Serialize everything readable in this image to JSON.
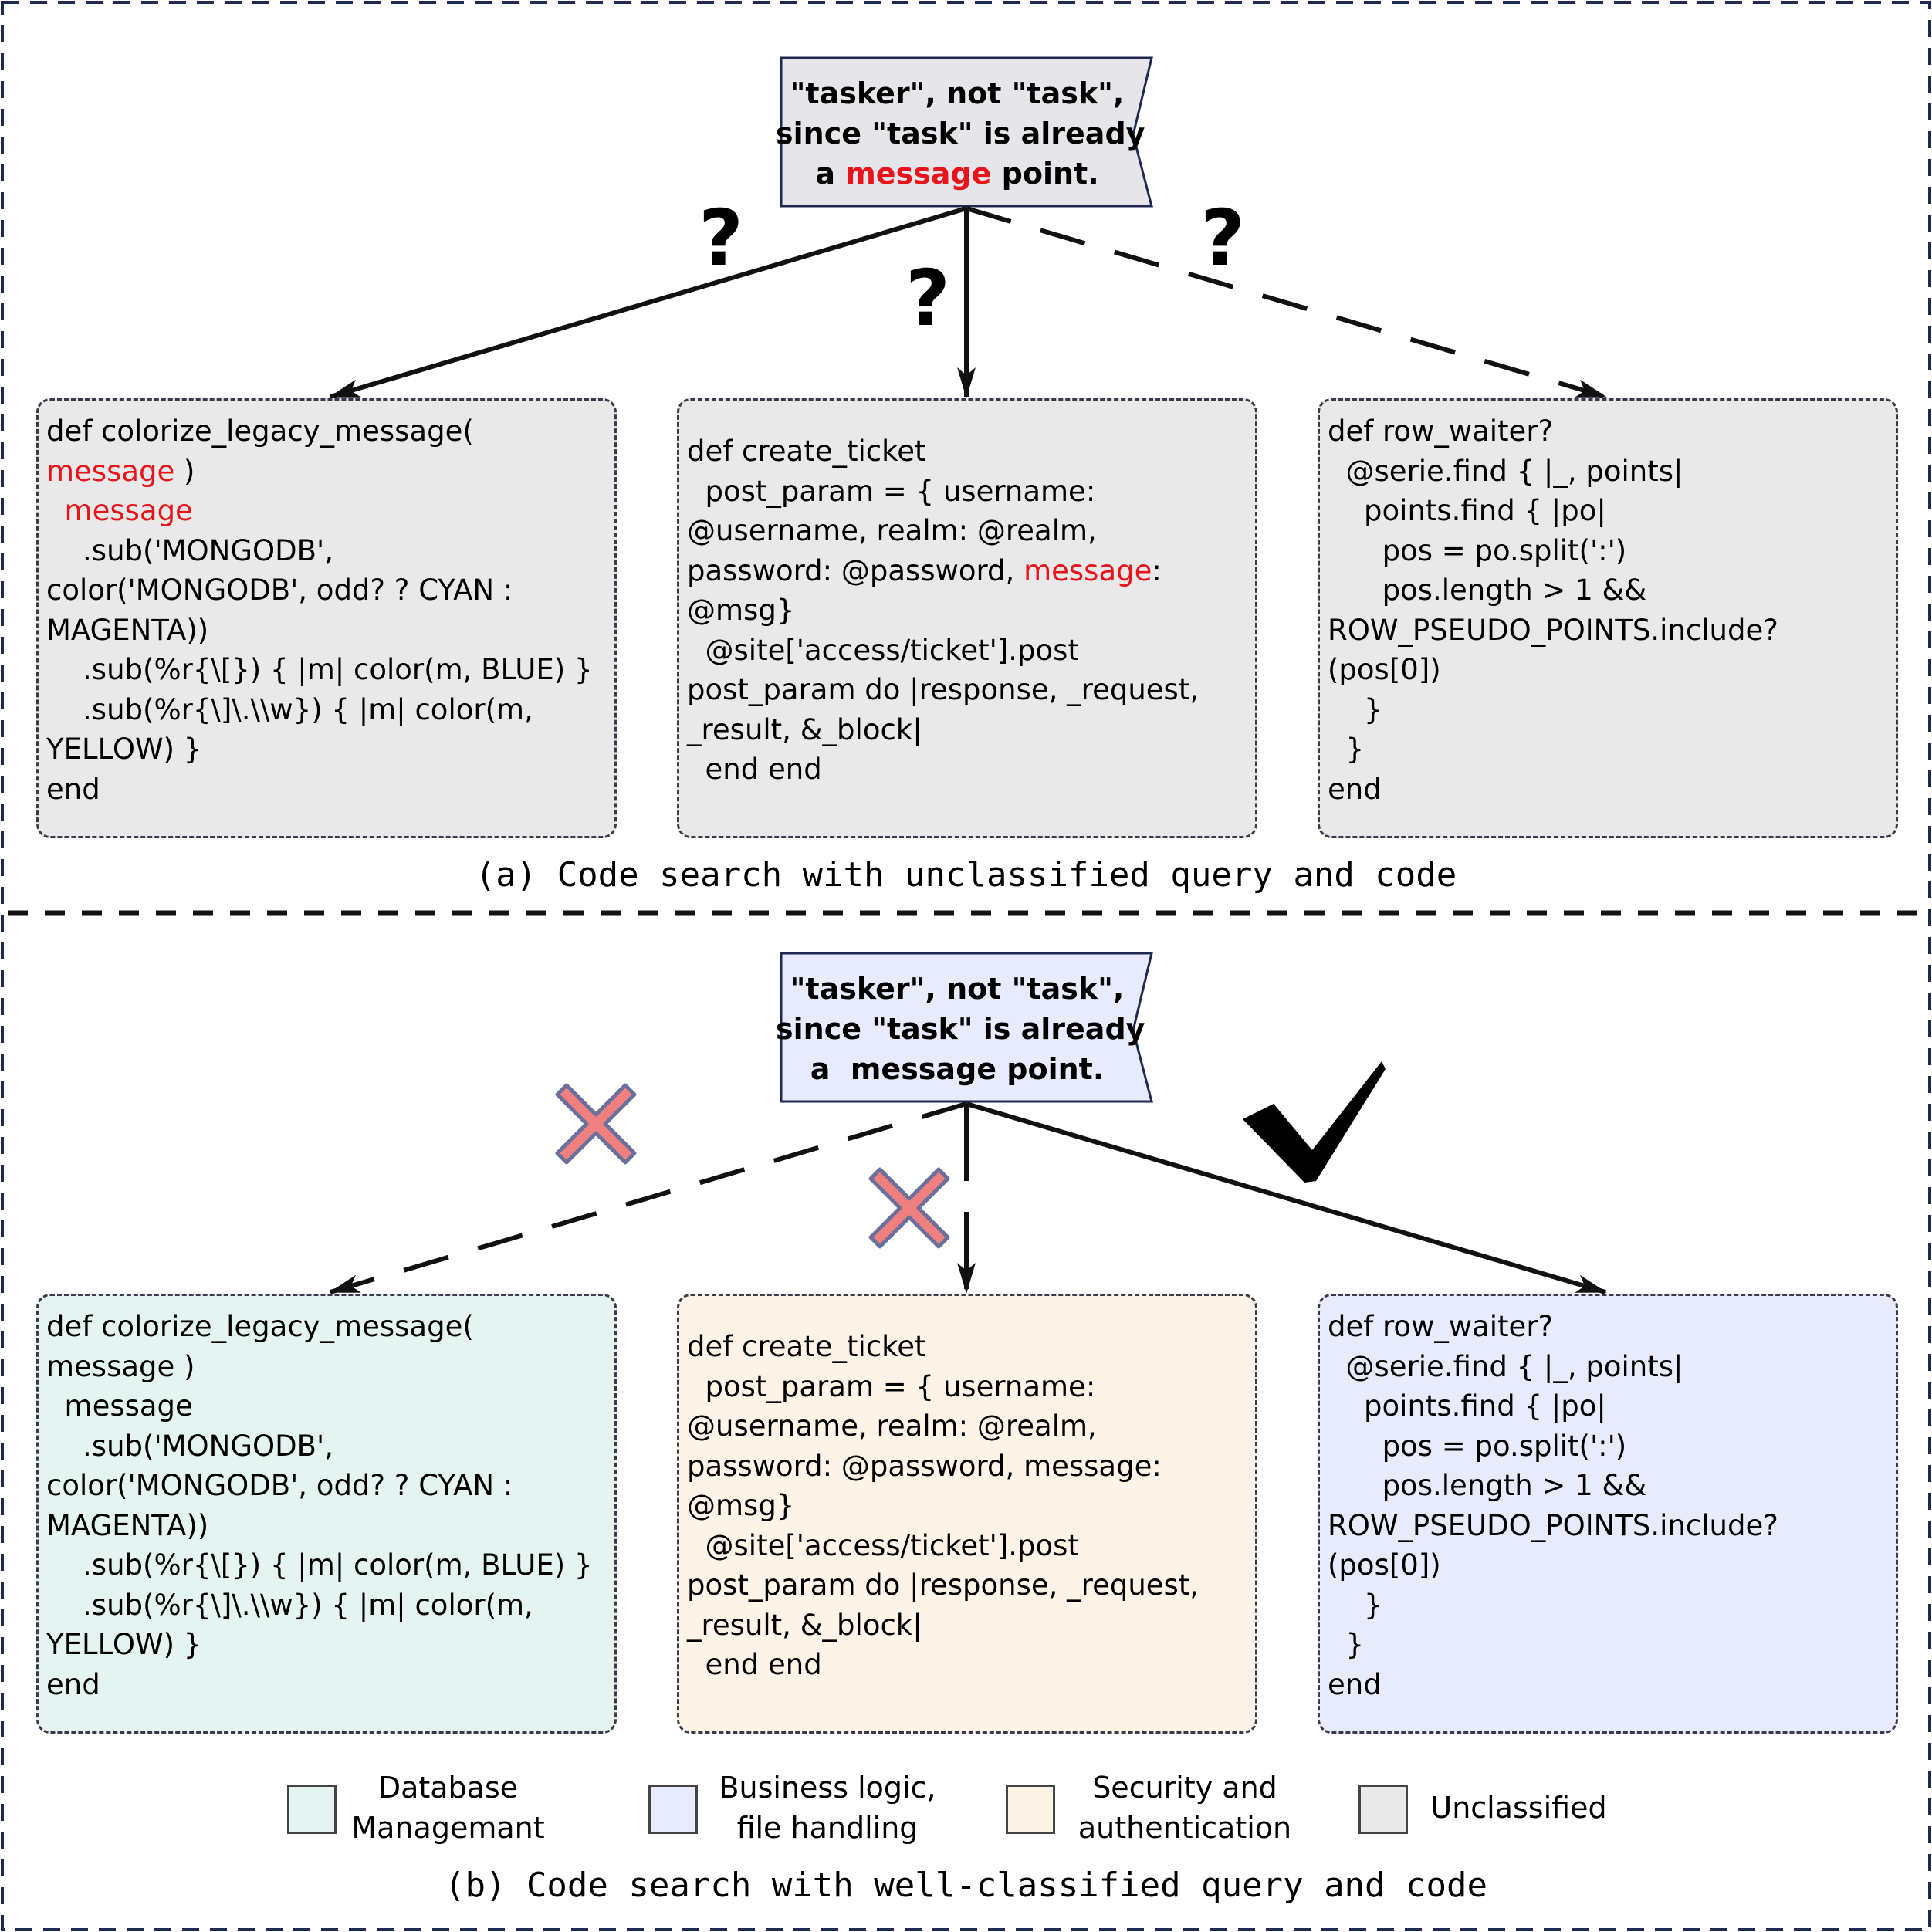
{
  "colors": {
    "unclassified": "#e9e9e9",
    "database": "#e4f5f1",
    "business": "#e8ebfc",
    "security": "#fdf3e7",
    "highlight": "#e8141a",
    "query_unclassified": "#e6e6ea",
    "query_classified": "#e8ebfc",
    "cross": "#f08080",
    "cross_border": "#6b6f9b"
  },
  "icons": {
    "question": "question-mark-icon",
    "cross": "cross-icon",
    "check": "checkmark-icon"
  },
  "panel_a": {
    "query": {
      "line1": "\"tasker\", not \"task\",",
      "line2": "since \"task\" is already",
      "line3_pre": "a ",
      "line3_hl": "message",
      "line3_post": " point."
    },
    "marks": [
      "?",
      "?",
      "?"
    ],
    "code_left": [
      [
        {
          "t": "def colorize_legacy_message("
        }
      ],
      [
        {
          "t": "message",
          "hl": true
        },
        {
          "t": " )"
        }
      ],
      [
        {
          "t": "  "
        },
        {
          "t": "message",
          "hl": true
        }
      ],
      [
        {
          "t": "    .sub('MONGODB',"
        }
      ],
      [
        {
          "t": "color('MONGODB', odd? ? CYAN :"
        }
      ],
      [
        {
          "t": "MAGENTA))"
        }
      ],
      [
        {
          "t": "    .sub(%r{\\[}) { |m| color(m, BLUE) }"
        }
      ],
      [
        {
          "t": "    .sub(%r{\\]\\.\\\\w}) { |m| color(m,"
        }
      ],
      [
        {
          "t": "YELLOW) }"
        }
      ],
      [
        {
          "t": "end"
        }
      ]
    ],
    "code_mid": [
      [
        {
          "t": "def create_ticket"
        }
      ],
      [
        {
          "t": "  post_param = { username:"
        }
      ],
      [
        {
          "t": "@username, realm: @realm,"
        }
      ],
      [
        {
          "t": "password: @password, "
        },
        {
          "t": "message",
          "hl": true
        },
        {
          "t": ":"
        }
      ],
      [
        {
          "t": "@msg}"
        }
      ],
      [
        {
          "t": "  @site['access/ticket'].post"
        }
      ],
      [
        {
          "t": "post_param do |response, _request,"
        }
      ],
      [
        {
          "t": "_result, &_block|"
        }
      ],
      [
        {
          "t": "  end end"
        }
      ]
    ],
    "code_right": [
      [
        {
          "t": "def row_waiter?"
        }
      ],
      [
        {
          "t": "  @serie.find { |_, points|"
        }
      ],
      [
        {
          "t": "    points.find { |po|"
        }
      ],
      [
        {
          "t": "      pos = po.split(':')"
        }
      ],
      [
        {
          "t": "      pos.length > 1 &&"
        }
      ],
      [
        {
          "t": "ROW_PSEUDO_POINTS.include?"
        }
      ],
      [
        {
          "t": "(pos[0])"
        }
      ],
      [
        {
          "t": "    }"
        }
      ],
      [
        {
          "t": "  }"
        }
      ],
      [
        {
          "t": "end"
        }
      ]
    ],
    "caption": "(a) Code search with unclassified query and code"
  },
  "panel_b": {
    "query": {
      "line1": "\"tasker\", not \"task\",",
      "line2": "since \"task\" is already",
      "line3": "a  message point."
    },
    "code_left": [
      "def colorize_legacy_message(",
      "message )",
      "  message",
      "    .sub('MONGODB',",
      "color('MONGODB', odd? ? CYAN :",
      "MAGENTA))",
      "    .sub(%r{\\[}) { |m| color(m, BLUE) }",
      "    .sub(%r{\\]\\.\\\\w}) { |m| color(m,",
      "YELLOW) }",
      "end"
    ],
    "code_mid": [
      "def create_ticket",
      "  post_param = { username:",
      "@username, realm: @realm,",
      "password: @password, message:",
      "@msg}",
      "  @site['access/ticket'].post",
      "post_param do |response, _request,",
      "_result, &_block|",
      "  end end"
    ],
    "code_right": [
      "def row_waiter?",
      "  @serie.find { |_, points|",
      "    points.find { |po|",
      "      pos = po.split(':')",
      "      pos.length > 1 &&",
      "ROW_PSEUDO_POINTS.include?",
      "(pos[0])",
      "    }",
      "  }",
      "end"
    ],
    "caption": "(b) Code search with well-classified query and code"
  },
  "legend": [
    {
      "label": "Database\nManagemant",
      "color": "#e4f5f1"
    },
    {
      "label": "Business logic,\nfile handling",
      "color": "#e8ebfc"
    },
    {
      "label": "Security and\nauthentication",
      "color": "#fdf3e7"
    },
    {
      "label": "Unclassified",
      "color": "#e9e9e9"
    }
  ]
}
